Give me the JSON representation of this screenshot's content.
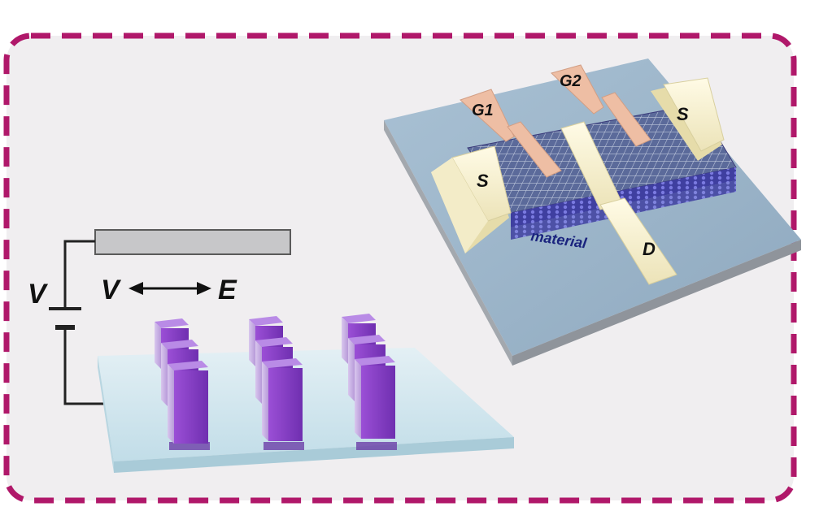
{
  "colors": {
    "frame_border": "#b0186a",
    "frame_fill": "#f0eef0",
    "substrate_top": "#9fb8cc",
    "substrate_side": "#8a8f97",
    "electrode": "#f8f2d2",
    "gate": "#eebea4",
    "channel": "#4a4fa3",
    "pillar": "#8a3fc7",
    "glass": "#cfe6ef",
    "material_label": "#1a237e"
  },
  "left_schematic": {
    "voltage_label": "V",
    "relation_left": "V",
    "relation_right": "E",
    "pillar_count": 9
  },
  "right_device": {
    "gate1_label": "G1",
    "gate2_label": "G2",
    "source_left_label": "S",
    "source_right_label": "S",
    "drain_label": "D",
    "material_label": "material"
  }
}
